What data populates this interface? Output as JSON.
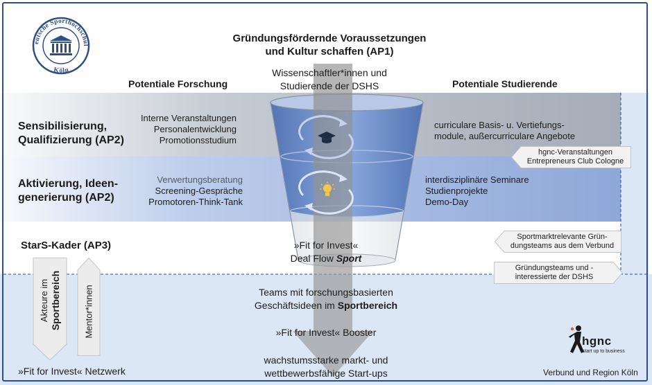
{
  "header": {
    "title_line1": "Gründungsfördernde Voraussetzungen",
    "title_line2": "und Kultur schaffen (AP1)",
    "top_line1": "Wissenschaftler*innen und",
    "top_line2": "Studierende der DSHS"
  },
  "logo": {
    "ring_text_top": "Deutsche Sporthochschule",
    "ring_text_bottom": "Köln"
  },
  "columns": {
    "left": "Potentiale Forschung",
    "right": "Potentiale Studierende"
  },
  "rows": {
    "row1_line1": "Sensibilisierung,",
    "row1_line2": "Qualifizierung (AP2)",
    "row2_line1": "Aktivierung, Ideen-",
    "row2_line2": "generierung (AP2)",
    "row3": "StarS-Kader (AP3)"
  },
  "left_items": {
    "r1": [
      "Interne Veranstaltungen",
      "Personalentwicklung",
      "Promotionsstudium"
    ],
    "r2": [
      "Verwertungsberatung",
      "Screening-Gespräche",
      "Promotoren-Think-Tank"
    ]
  },
  "right_items": {
    "r1": [
      "curriculare Basis- u. Vertiefungs-",
      "module, außercurriculare Angebote"
    ],
    "r2": [
      "interdisziplinäre Seminare",
      "Studienprojekte",
      "Demo-Day"
    ]
  },
  "callouts": {
    "hgnc_line1": "hgnc-Veranstaltungen",
    "hgnc_line2": "Entrepreneurs Club Cologne",
    "verbund_line1": "Sportmarktrelevante Grün-",
    "verbund_line2": "dungsteams aus dem Verbund",
    "dshs_line1": "Gründungsteams und -",
    "dshs_line2": "interessierte der DSHS"
  },
  "funnel": {
    "fit_line1": "»Fit for Invest«",
    "fit_line2": "Deal Flow",
    "fit_sport": "Sport",
    "teams_line1": "Teams mit forschungsbasierten",
    "teams_line2_prefix": "Geschäftsideen im",
    "teams_line2_bold": "Sportbereich",
    "booster": "»Fit for Invest« Booster",
    "result_line1": "wachstumsstarke markt- und",
    "result_line2": "wettbewerbsfähige Start-ups"
  },
  "bottom": {
    "netzwerk": "»Fit for Invest« Netzwerk",
    "akteure_line1": "Akteure im",
    "akteure_line2": "Sportbereich",
    "mentor": "Mentor*innen",
    "region": "Verbund und Region Köln",
    "hgnc_name": "hgnc",
    "hgnc_tagline": "start up to business"
  },
  "colors": {
    "frame": "#2e4e86",
    "band_gray": "#8d95a2",
    "band_blue": "#6f8fcf",
    "bottom_bg": "#dbe7f4",
    "funnel_blue": "#4f78c0",
    "arrow": "#9a9a9a"
  },
  "icons": {
    "logo": "university-building-icon",
    "cycle1": "graduation-cap-icon",
    "cycle2": "light-bulb-icon",
    "mascot": "running-figure-icon"
  }
}
